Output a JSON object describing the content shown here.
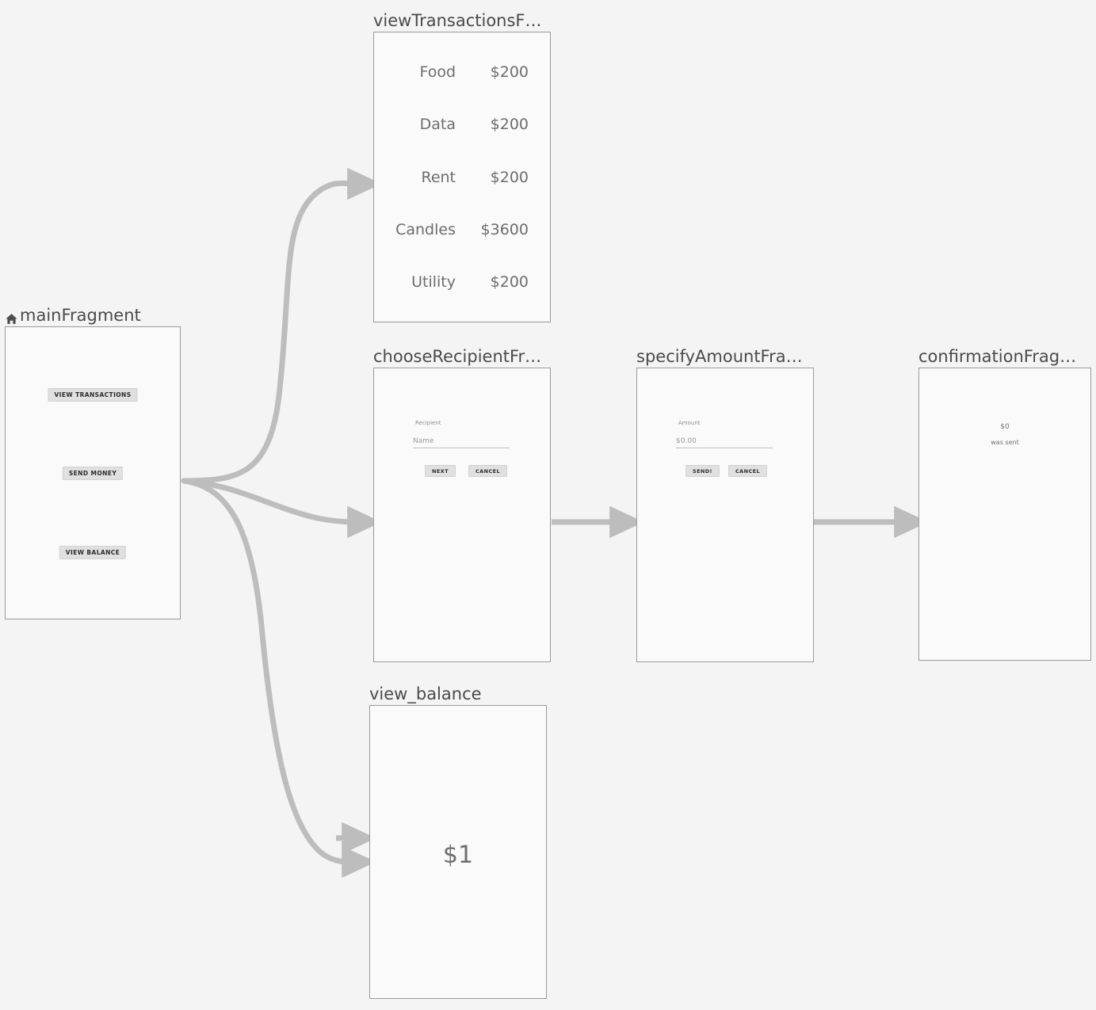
{
  "canvas": {
    "background_color": "#f4f4f4",
    "node_fill_color": "#fafafa",
    "node_border_color": "#9a9a9a",
    "edge_color": "#bdbdbd",
    "label_color": "#4a4a4a"
  },
  "nodes": {
    "main": {
      "label": "mainFragment",
      "is_start_destination": true,
      "start_icon": "home-icon",
      "buttons": [
        {
          "label": "VIEW TRANSACTIONS"
        },
        {
          "label": "SEND MONEY"
        },
        {
          "label": "VIEW BALANCE"
        }
      ]
    },
    "view_transactions": {
      "label": "viewTransactionsF…",
      "full_label": "viewTransactionsFragment",
      "transactions": [
        {
          "name": "Food",
          "amount": "$200"
        },
        {
          "name": "Data",
          "amount": "$200"
        },
        {
          "name": "Rent",
          "amount": "$200"
        },
        {
          "name": "Candles",
          "amount": "$3600"
        },
        {
          "name": "Utility",
          "amount": "$200"
        }
      ]
    },
    "choose_recipient": {
      "label": "chooseRecipientFr…",
      "full_label": "chooseRecipientFragment",
      "field_label": "Recipient",
      "field_placeholder": "Name",
      "primary_button": "NEXT",
      "secondary_button": "CANCEL"
    },
    "specify_amount": {
      "label": "specifyAmountFra…",
      "full_label": "specifyAmountFragment",
      "field_label": "Amount",
      "field_placeholder": "$0.00",
      "primary_button": "SEND!",
      "secondary_button": "CANCEL"
    },
    "confirmation": {
      "label": "confirmationFrag…",
      "full_label": "confirmationFragment",
      "amount": "$0",
      "sub_text": "was sent"
    },
    "view_balance": {
      "label": "view_balance",
      "balance": "$1"
    }
  },
  "edges": [
    {
      "from": "mainFragment",
      "to": "viewTransactionsFragment",
      "style": "curved",
      "arrow": true
    },
    {
      "from": "mainFragment",
      "to": "chooseRecipientFragment",
      "style": "curved",
      "arrow": true
    },
    {
      "from": "mainFragment",
      "to": "view_balance",
      "style": "curved",
      "arrow": true
    },
    {
      "from": "mainFragment",
      "to": "view_balance",
      "style": "arrow-only",
      "arrow": true
    },
    {
      "from": "chooseRecipientFragment",
      "to": "specifyAmountFragment",
      "style": "straight",
      "arrow": true
    },
    {
      "from": "specifyAmountFragment",
      "to": "confirmationFragment",
      "style": "straight",
      "arrow": true
    }
  ]
}
